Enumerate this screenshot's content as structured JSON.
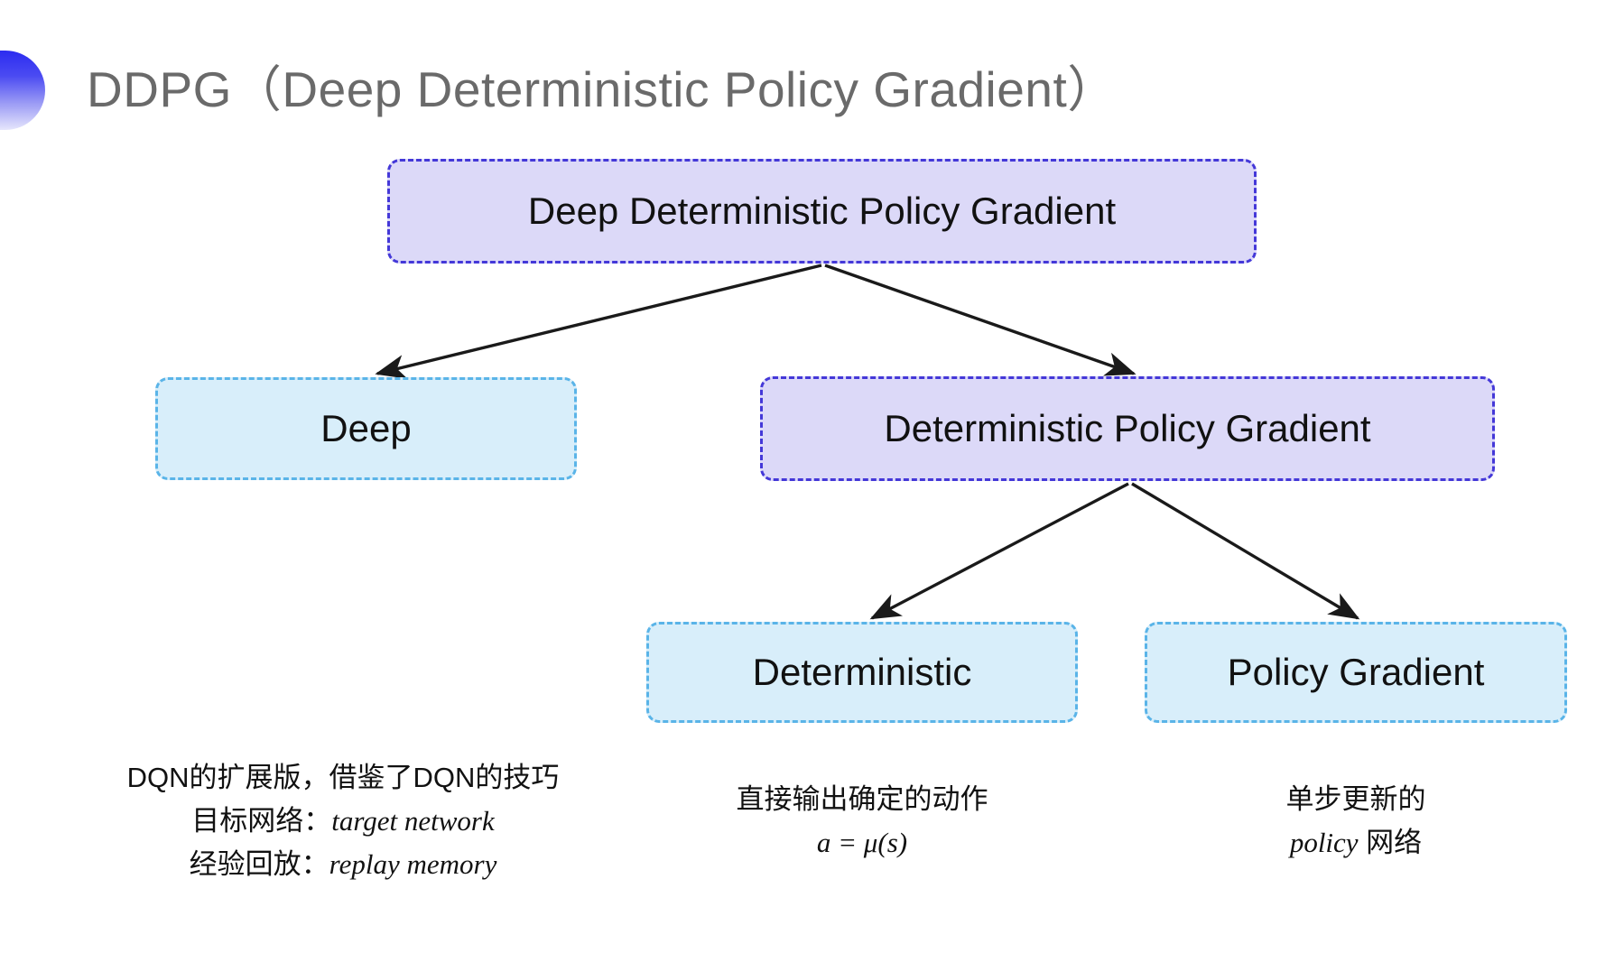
{
  "slide": {
    "title": "DDPG（Deep Deterministic Policy Gradient）",
    "background_color": "#ffffff",
    "bullet_icon": "half-circle-gradient-bullet"
  },
  "palette": {
    "purple_fill": "#dcd9f8",
    "purple_border": "#4438d8",
    "cyan_fill": "#d8eefa",
    "cyan_border": "#5ab4e8",
    "title_color": "#6a6a6a",
    "text_color": "#111111",
    "arrow_color": "#1a1a1a"
  },
  "diagram": {
    "nodes": {
      "root": {
        "label": "Deep Deterministic Policy Gradient",
        "style": "purple"
      },
      "deep": {
        "label": "Deep",
        "style": "cyan"
      },
      "dpg": {
        "label": "Deterministic Policy Gradient",
        "style": "purple"
      },
      "deterministic": {
        "label": "Deterministic",
        "style": "cyan"
      },
      "policy_gradient": {
        "label": "Policy Gradient",
        "style": "cyan"
      }
    },
    "edges": [
      {
        "from": "root",
        "to": "deep",
        "arrow": true
      },
      {
        "from": "root",
        "to": "dpg",
        "arrow": true
      },
      {
        "from": "dpg",
        "to": "deterministic",
        "arrow": true
      },
      {
        "from": "dpg",
        "to": "policy_gradient",
        "arrow": true
      }
    ]
  },
  "captions": {
    "deep": {
      "line1": "DQN的扩展版，借鉴了DQN的技巧",
      "line2_label": "目标网络：",
      "line2_term": "target network",
      "line3_label": "经验回放：",
      "line3_term": "replay memory"
    },
    "deterministic": {
      "line1": "直接输出确定的动作",
      "line2_formula": "a = μ(s)"
    },
    "policy_gradient": {
      "line1": "单步更新的",
      "line2_term": "policy",
      "line2_suffix": " 网络"
    }
  }
}
